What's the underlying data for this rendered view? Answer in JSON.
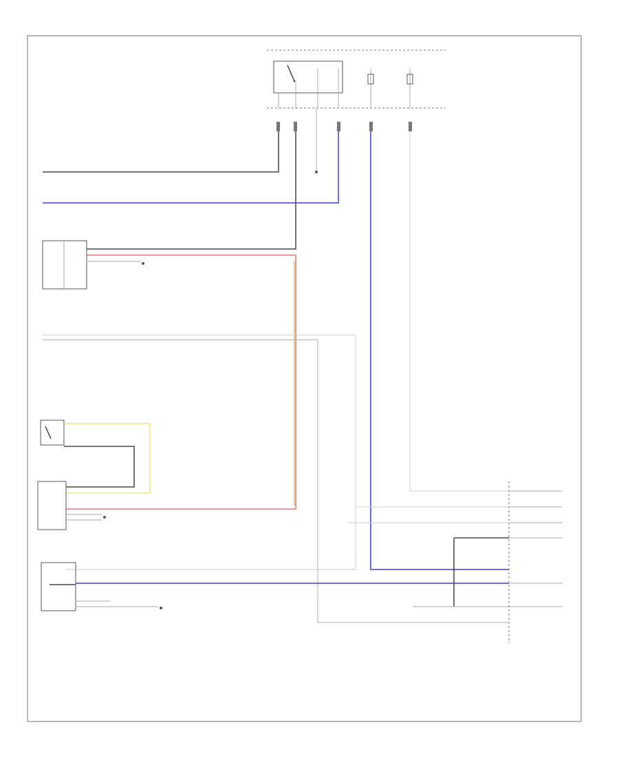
{
  "page_code": "",
  "components": {
    "fuse_box": {
      "label_lines": [
        "",
        ""
      ]
    },
    "engine_compartment_label": {
      "label_lines": [
        "",
        "",
        "",
        ""
      ]
    },
    "mirror_switch": {
      "label_lines": [
        "",
        "",
        "",
        ""
      ]
    },
    "defogger_relay": {
      "label_lines": [
        "",
        "",
        ""
      ]
    },
    "left_mirror": {
      "label_lines": [
        "",
        "",
        ""
      ]
    },
    "right_mirror": {
      "label_lines": [
        "",
        "",
        "",
        ""
      ]
    },
    "right_connector": {
      "label_lines": [
        "",
        "",
        "",
        ""
      ]
    }
  },
  "wires": [
    {
      "id": "wire-black-top",
      "color": "#444444"
    },
    {
      "id": "wire-blue-top",
      "color": "#6b6bf0"
    },
    {
      "id": "wire-red",
      "color": "#f27272"
    },
    {
      "id": "wire-orange",
      "color": "#e5c070"
    },
    {
      "id": "wire-yellow",
      "color": "#f2e58a"
    },
    {
      "id": "wire-gray",
      "color": "#aaaaaa"
    }
  ]
}
